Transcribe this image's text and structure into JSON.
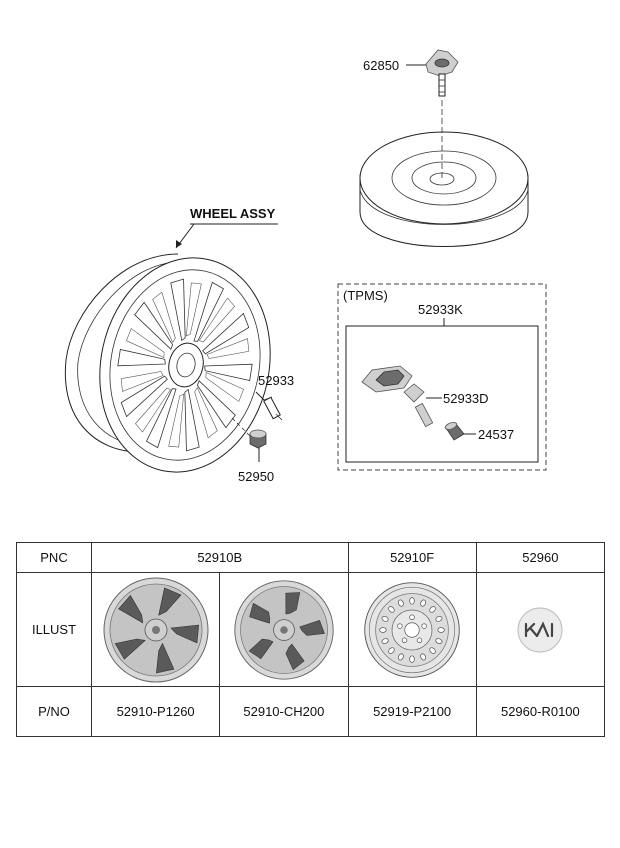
{
  "diagram": {
    "wheel_assy_label": "WHEEL ASSY",
    "tpms_label": "(TPMS)",
    "callouts": {
      "p62850": "62850",
      "p52933": "52933",
      "p52950": "52950",
      "p52933K": "52933K",
      "p52933D": "52933D",
      "p24537": "24537"
    }
  },
  "table": {
    "row_labels": {
      "pnc": "PNC",
      "illust": "ILLUST",
      "pno": "P/NO"
    },
    "pnc": [
      "52910B",
      "52910F",
      "52960"
    ],
    "pno": [
      "52910-P1260",
      "52910-CH200",
      "52919-P2100",
      "52960-R0100"
    ],
    "illustrations": [
      "alloy-wheel-icon",
      "alloy-wheel-icon",
      "steel-wheel-icon",
      "kia-emblem-icon"
    ]
  },
  "colors": {
    "line": "#222222",
    "wheel_gray": "#cfcfcf",
    "wheel_dark": "#6c6c6c"
  }
}
